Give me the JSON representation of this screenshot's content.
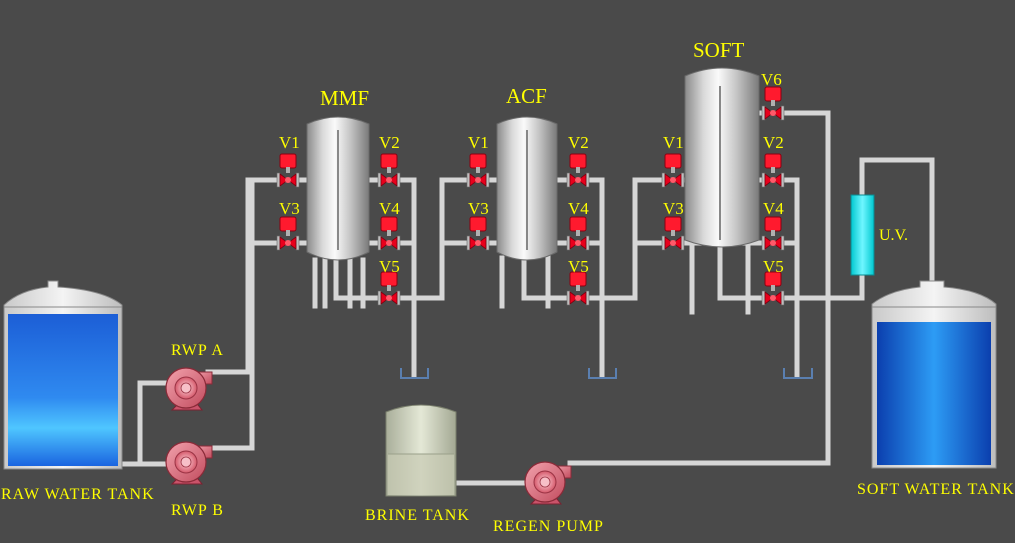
{
  "vessels": {
    "mmf": "MMF",
    "acf": "ACF",
    "soft": "SOFT"
  },
  "valves": {
    "v1": "V1",
    "v2": "V2",
    "v3": "V3",
    "v4": "V4",
    "v5": "V5",
    "v6": "V6"
  },
  "pumps": {
    "rwp_a": "RWP A",
    "rwp_b": "RWP B",
    "regen": "REGEN PUMP"
  },
  "tanks": {
    "raw": "RAW WATER TANK",
    "brine": "BRINE TANK",
    "soft": "SOFT WATER TANK"
  },
  "uv": "U.V.",
  "colors": {
    "background": "#4a4a4a",
    "pipe": "#d8d8d8",
    "label": "#ffff00",
    "valve": "#e8001c",
    "pump": "#e07a8a",
    "water": "#1060e0",
    "uv_tube": "#00e5e8"
  }
}
